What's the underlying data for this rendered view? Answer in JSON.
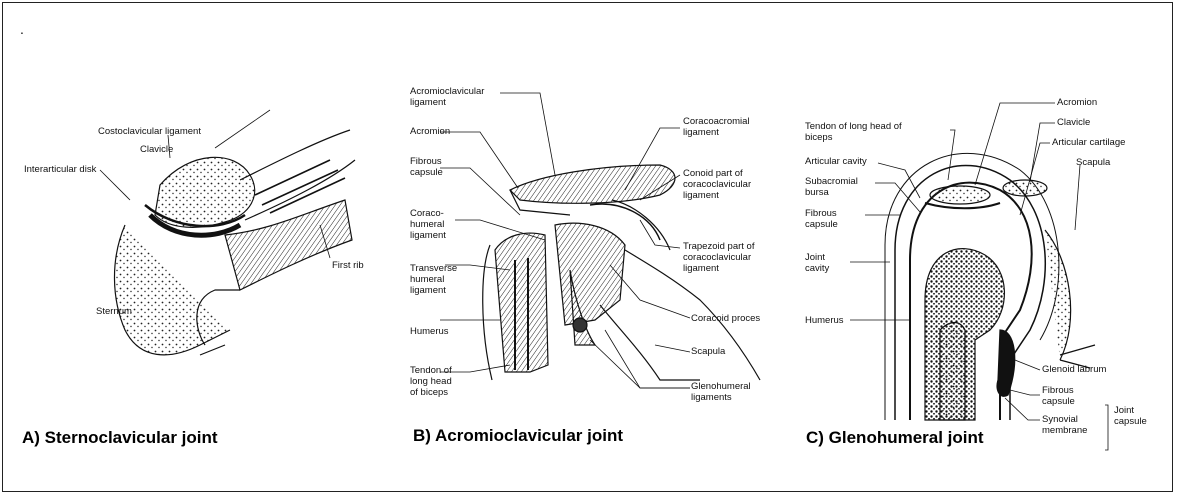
{
  "marker": ".",
  "panels": [
    {
      "caption": "A) Sternoclavicular joint",
      "labels": {
        "costoclavicular": "Costoclavicular ligament",
        "clavicle": "Clavicle",
        "interarticular": "Interarticular disk",
        "first_rib": "First rib",
        "sternum": "Sternum"
      }
    },
    {
      "caption": "B) Acromioclavicular joint",
      "labels": {
        "acromioclavicular_lig": "Acromioclavicular ligament",
        "acromion": "Acromion",
        "fibrous_capsule": "Fibrous capsule",
        "coracohumeral": "Coraco- humeral ligament",
        "transverse": "Transverse humeral ligament",
        "humerus": "Humerus",
        "tendon": "Tendon of long head of biceps",
        "coracoacromial": "Coracoacromial ligament",
        "conoid": "Conoid part of coracoclavicular ligament",
        "trapezoid": "Trapezoid part of coracoclavicular ligament",
        "coracoid": "Coracoid proces",
        "scapula": "Scapula",
        "glenohumeral_ligs": "Glenohumeral ligaments"
      }
    },
    {
      "caption": "C) Glenohumeral joint",
      "labels": {
        "tendon": "Tendon of long head of biceps",
        "articular_cavity": "Articular cavity",
        "subacromial": "Subacromial bursa",
        "fibrous_capsule": "Fibrous capsule",
        "joint_cavity": "Joint cavity",
        "humerus": "Humerus",
        "acromion": "Acromion",
        "clavicle": "Clavicle",
        "articular_cartilage": "Articular cartilage",
        "scapula": "Scapula",
        "glenoid_labrum": "Glenoid labrum",
        "fibrous_capsule_2": "Fibrous capsule",
        "synovial": "Synovial membrane",
        "joint_capsule": "Joint capsule"
      }
    }
  ]
}
